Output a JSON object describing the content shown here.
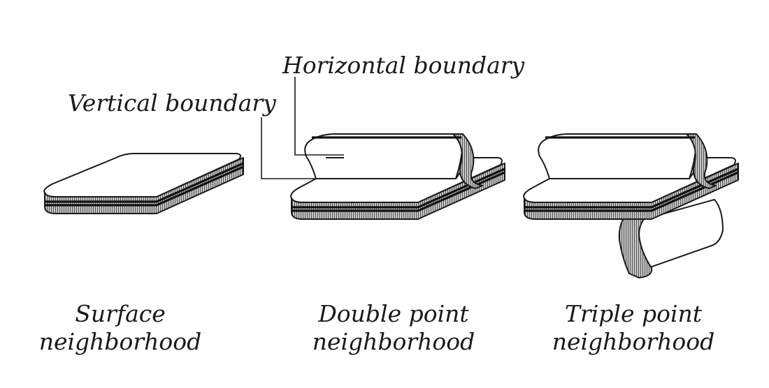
{
  "callouts": {
    "horizontal_boundary": "Horizontal boundary",
    "vertical_boundary": "Vertical boundary"
  },
  "captions": {
    "surface": [
      "Surface",
      "neighborhood"
    ],
    "double_point": [
      "Double point",
      "neighborhood"
    ],
    "triple_point": [
      "Triple point",
      "neighborhood"
    ]
  },
  "colors": {
    "ink": "#1a1a1a",
    "background": "#ffffff",
    "hatch": "#9a9a9a"
  }
}
